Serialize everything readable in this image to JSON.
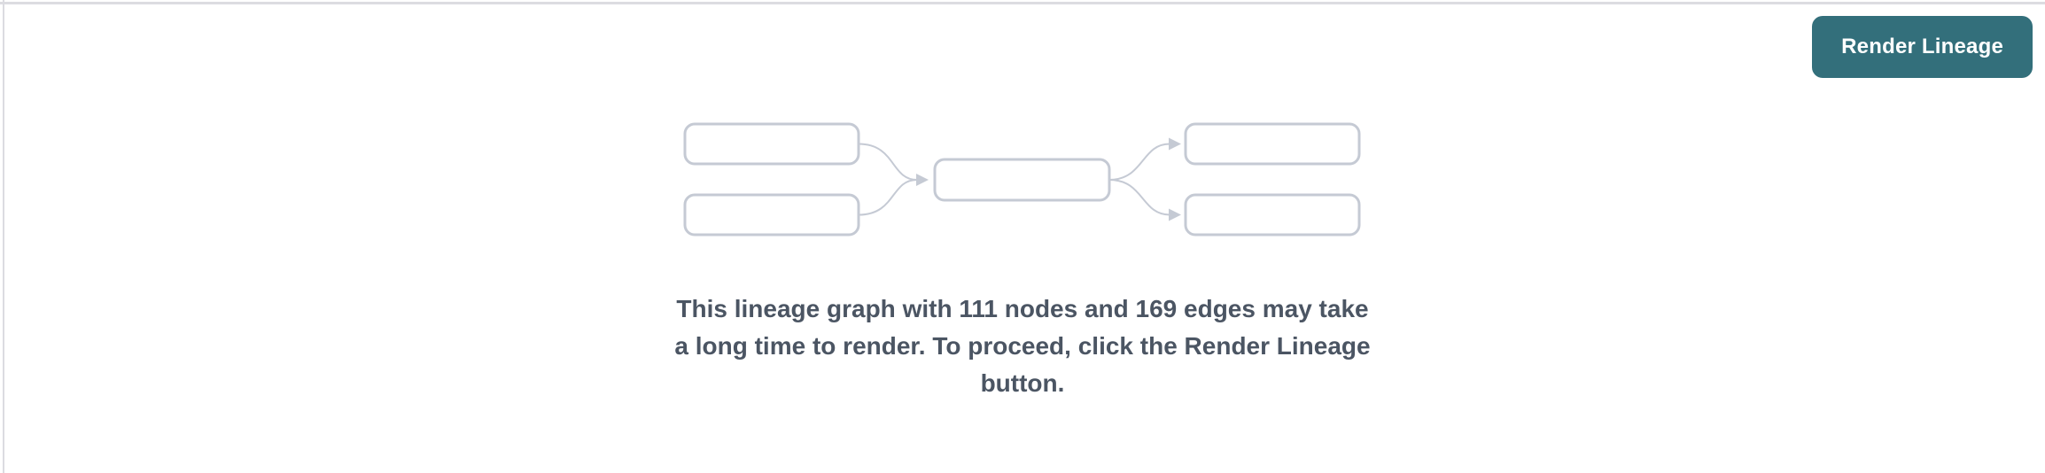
{
  "theme": {
    "page_bg": "#ffffff",
    "border_gray": "#dcdce1",
    "box_stroke": "#c5cad4",
    "text_slate": "#4b5563",
    "accent_teal": "#336f7b",
    "button_text": "#ffffff"
  },
  "toolbar": {
    "render_button_label": "Render Lineage"
  },
  "stats": {
    "nodes": 111,
    "edges": 169
  },
  "placeholder_graph": {
    "icon": "lineage-graph-placeholder"
  },
  "message": {
    "lines": [
      "This lineage graph with 111 nodes and 169 edges may take",
      "a long time to render. To proceed, click the Render Lineage",
      "button."
    ]
  }
}
